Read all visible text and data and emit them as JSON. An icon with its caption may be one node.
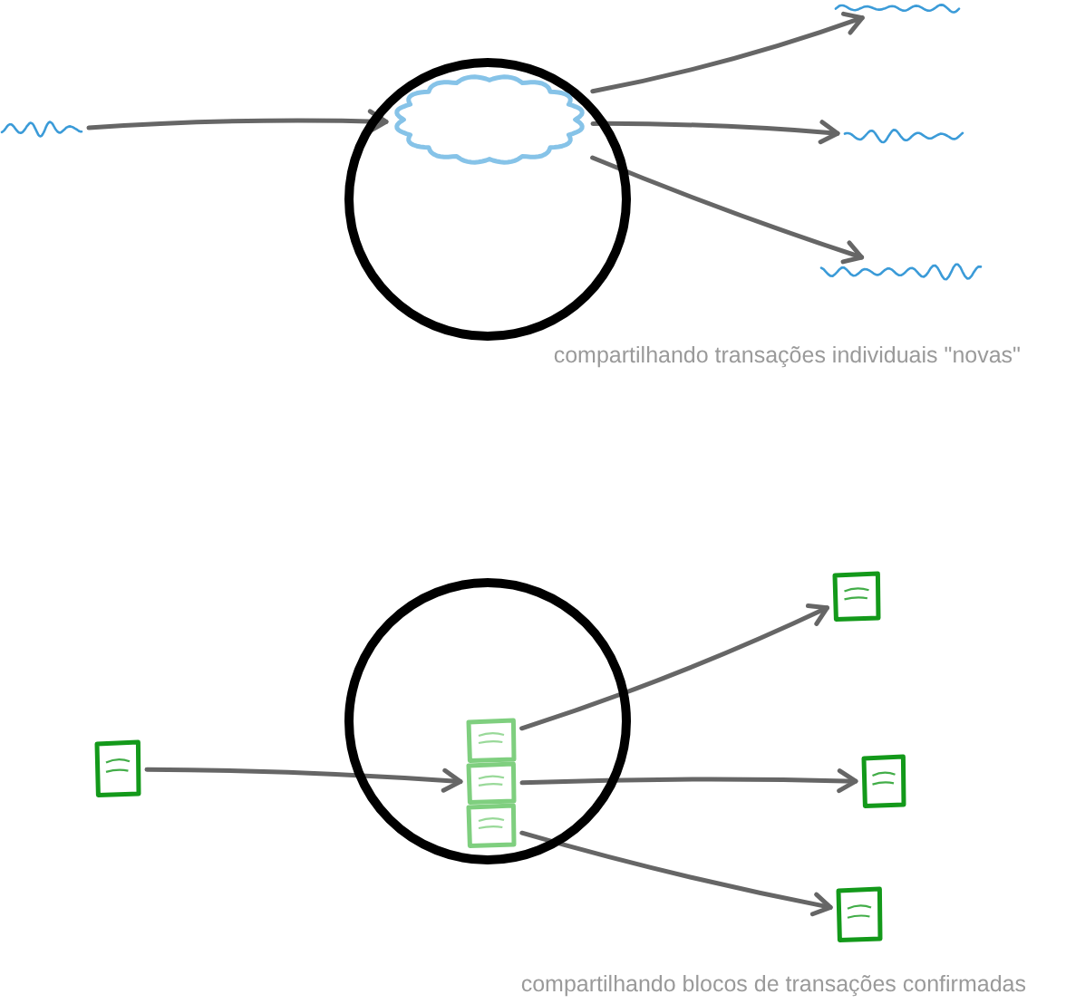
{
  "diagram": {
    "nodes": [
      {
        "text": [],
        "shape": "circle"
      },
      {
        "text": [],
        "shape": "cloud",
        "in": 0
      },
      {
        "text": [],
        "shape": "picture"
      },
      {
        "text": [],
        "shape": "picture"
      },
      {
        "text": [],
        "shape": "picture"
      },
      {
        "text": [],
        "shape": "picture"
      },
      {
        "text": [],
        "shape": "circle"
      },
      {
        "text": [],
        "shape": "picture",
        "in": 6
      },
      {
        "text": [],
        "shape": "picture",
        "in": 6
      },
      {
        "text": [],
        "shape": "picture",
        "in": 6
      },
      {
        "text": [],
        "shape": "picture"
      },
      {
        "text": [],
        "shape": "picture"
      },
      {
        "text": [],
        "shape": "picture"
      },
      {
        "text": [],
        "shape": "picture"
      }
    ],
    "edges": [
      {
        "from": 2,
        "to": 1,
        "arrow": "to"
      },
      {
        "from": 1,
        "to": 3,
        "arrow": "to"
      },
      {
        "from": 1,
        "to": 4,
        "arrow": "to"
      },
      {
        "from": 1,
        "to": 5,
        "arrow": "to"
      },
      {
        "from": 10,
        "to": 8,
        "arrow": "to"
      },
      {
        "from": 7,
        "to": 11,
        "arrow": "to"
      },
      {
        "from": 8,
        "to": 12,
        "arrow": "to"
      },
      {
        "from": 9,
        "to": 13,
        "arrow": "to"
      }
    ],
    "labels": [
      "compartilhando transações individuais \"novas\"",
      "compartilhando blocos de transações confirmadas"
    ]
  }
}
